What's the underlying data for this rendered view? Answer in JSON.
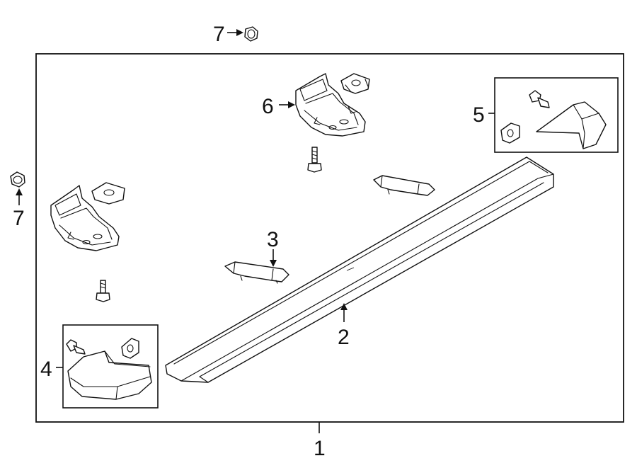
{
  "callouts": {
    "c1": "1",
    "c2": "2",
    "c3": "3",
    "c4": "4",
    "c5": "5",
    "c6": "6",
    "c7_top": "7",
    "c7_left": "7"
  },
  "colors": {
    "line": "#111111",
    "background": "#ffffff"
  }
}
